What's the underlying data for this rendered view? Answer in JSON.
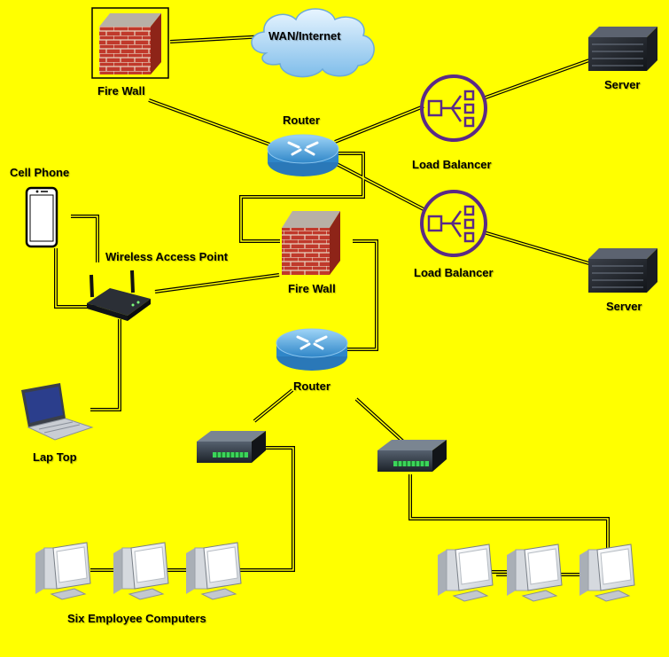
{
  "colors": {
    "background": "#FFFF00",
    "firewall_brick": "#C0392B",
    "cloud_blue": "#8FC8F0",
    "router_blue": "#4AA3E0",
    "balancer_purple": "#5B2A86"
  },
  "labels": {
    "wan": "WAN/Internet",
    "firewall_top": "Fire Wall",
    "firewall_mid": "Fire Wall",
    "router_top": "Router",
    "router_bottom": "Router",
    "load_balancer_1": "Load Balancer",
    "load_balancer_2": "Load Balancer",
    "server_1": "Server",
    "server_2": "Server",
    "cell_phone": "Cell Phone",
    "wap": "Wireless Access Point",
    "laptop": "Lap Top",
    "employees": "Six Employee Computers"
  },
  "icons": [
    "firewall-icon",
    "cloud-icon",
    "router-icon",
    "load-balancer-icon",
    "server-icon",
    "cell-phone-icon",
    "wireless-access-point-icon",
    "laptop-icon",
    "network-switch-icon",
    "desktop-computer-icon"
  ]
}
